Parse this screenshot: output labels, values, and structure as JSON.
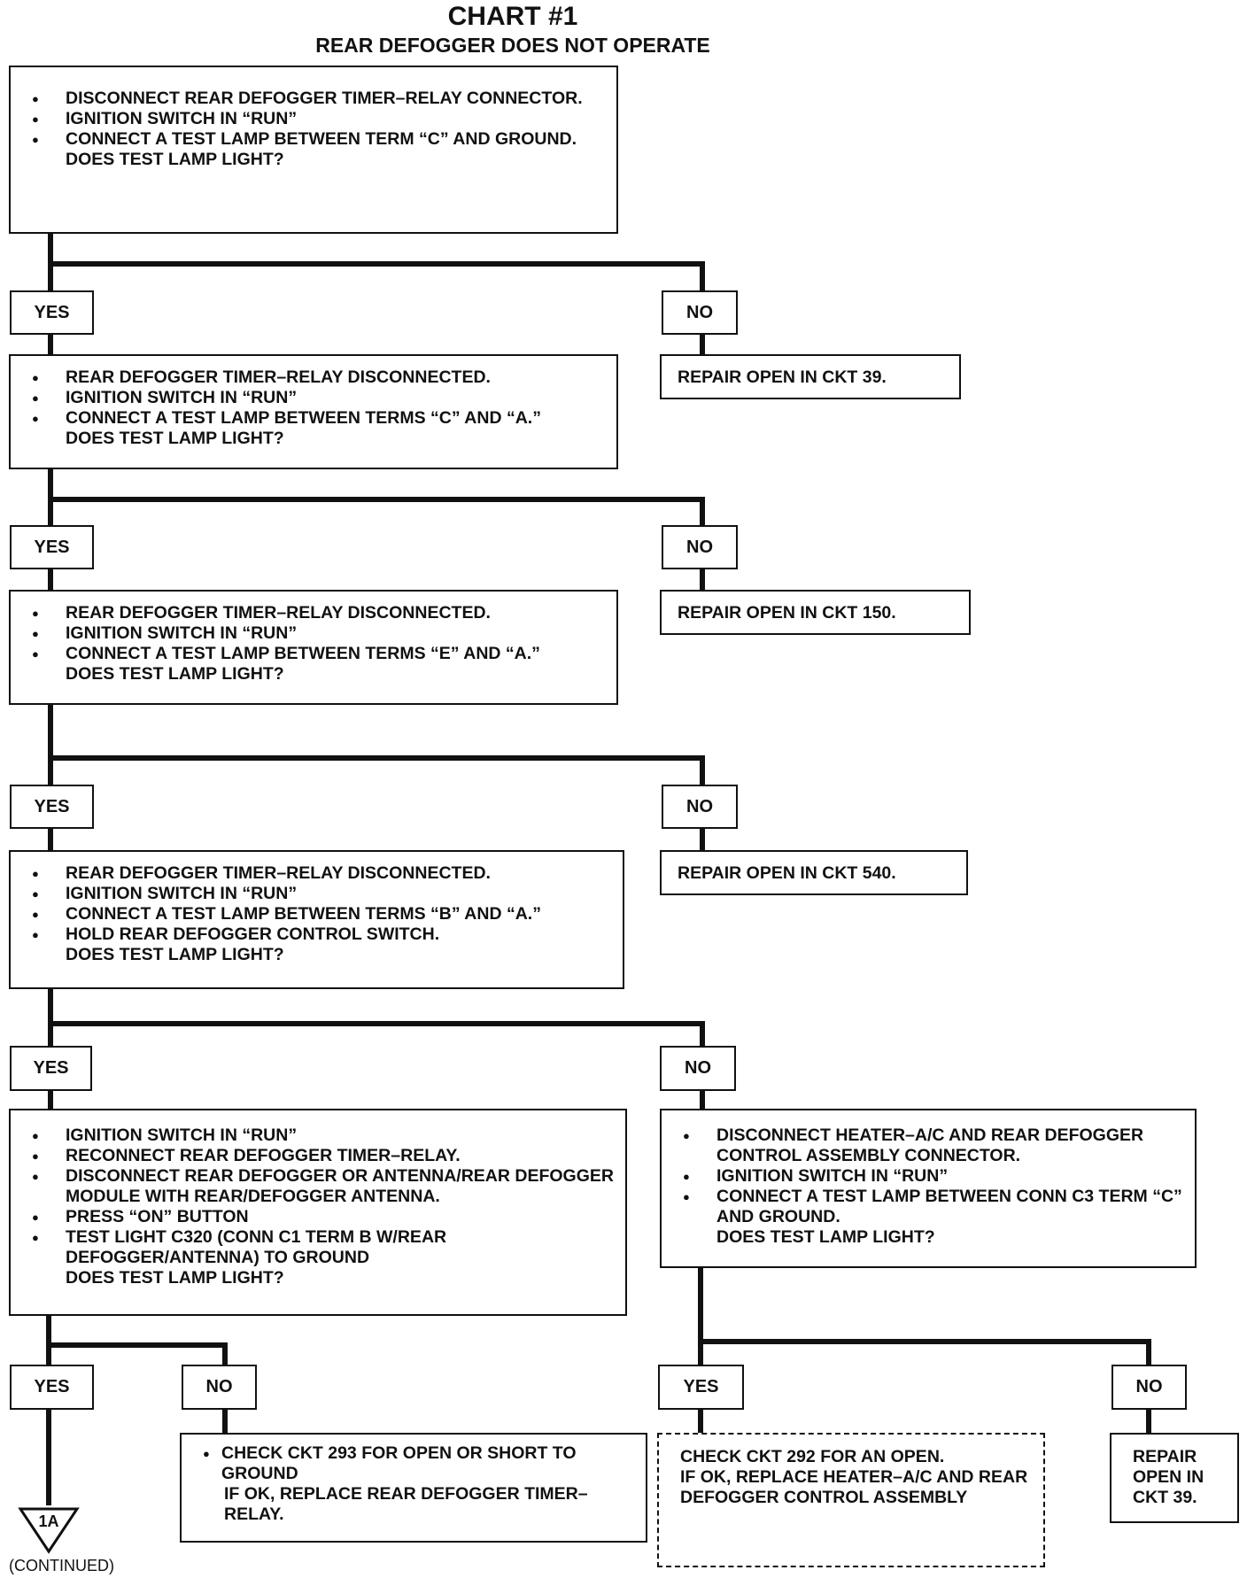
{
  "title": "CHART #1",
  "subtitle": "REAR DEFOGGER DOES NOT OPERATE",
  "box1": {
    "items": [
      "DISCONNECT REAR DEFOGGER TIMER–RELAY CONNECTOR.",
      "IGNITION SWITCH IN “RUN”",
      "CONNECT A TEST LAMP BETWEEN TERM “C” AND GROUND."
    ],
    "question": "DOES TEST LAMP LIGHT?"
  },
  "box2": {
    "items": [
      "REAR DEFOGGER TIMER–RELAY DISCONNECTED.",
      "IGNITION SWITCH IN “RUN”",
      "CONNECT A TEST LAMP BETWEEN TERMS “C” AND “A.”"
    ],
    "question": "DOES TEST LAMP LIGHT?"
  },
  "box3": {
    "items": [
      "REAR DEFOGGER TIMER–RELAY DISCONNECTED.",
      "IGNITION SWITCH IN “RUN”",
      "CONNECT A TEST LAMP BETWEEN TERMS “E” AND “A.”"
    ],
    "question": "DOES TEST LAMP LIGHT?"
  },
  "box4": {
    "items": [
      "REAR DEFOGGER TIMER–RELAY DISCONNECTED.",
      "IGNITION SWITCH IN “RUN”",
      "CONNECT A TEST LAMP BETWEEN TERMS “B” AND “A.”",
      "HOLD REAR DEFOGGER CONTROL SWITCH."
    ],
    "question": "DOES TEST LAMP LIGHT?"
  },
  "box5": {
    "items": [
      "IGNITION SWITCH IN “RUN”",
      "RECONNECT REAR DEFOGGER TIMER–RELAY.",
      "DISCONNECT REAR DEFOGGER OR ANTENNA/REAR DEFOGGER MODULE WITH REAR/DEFOGGER ANTENNA.",
      "PRESS “ON” BUTTON",
      "TEST LIGHT C320 (CONN C1 TERM B W/REAR DEFOGGER/ANTENNA) TO GROUND"
    ],
    "question": "DOES TEST LAMP LIGHT?"
  },
  "box6": {
    "items": [
      "DISCONNECT HEATER–A/C AND REAR DEFOGGER CONTROL ASSEMBLY CONNECTOR.",
      "IGNITION SWITCH IN “RUN”",
      "CONNECT A TEST LAMP BETWEEN CONN C3 TERM “C” AND GROUND."
    ],
    "question": "DOES TEST LAMP LIGHT?"
  },
  "repair1": "REPAIR OPEN IN CKT 39.",
  "repair2": "REPAIR OPEN IN CKT 150.",
  "repair3": "REPAIR OPEN IN CKT 540.",
  "check293": {
    "items": [
      "CHECK CKT 293 FOR OPEN OR  SHORT TO GROUND"
    ],
    "question": "IF OK, REPLACE REAR DEFOGGER TIMER–RELAY."
  },
  "check292": [
    "CHECK CKT 292 FOR AN OPEN.",
    "IF OK, REPLACE HEATER–A/C AND REAR DEFOGGER CONTROL ASSEMBLY"
  ],
  "repair39b": [
    "REPAIR",
    "OPEN IN",
    "CKT 39."
  ],
  "yes": "YES",
  "no": "NO",
  "connector": "1A",
  "continued": "(CONTINUED)"
}
